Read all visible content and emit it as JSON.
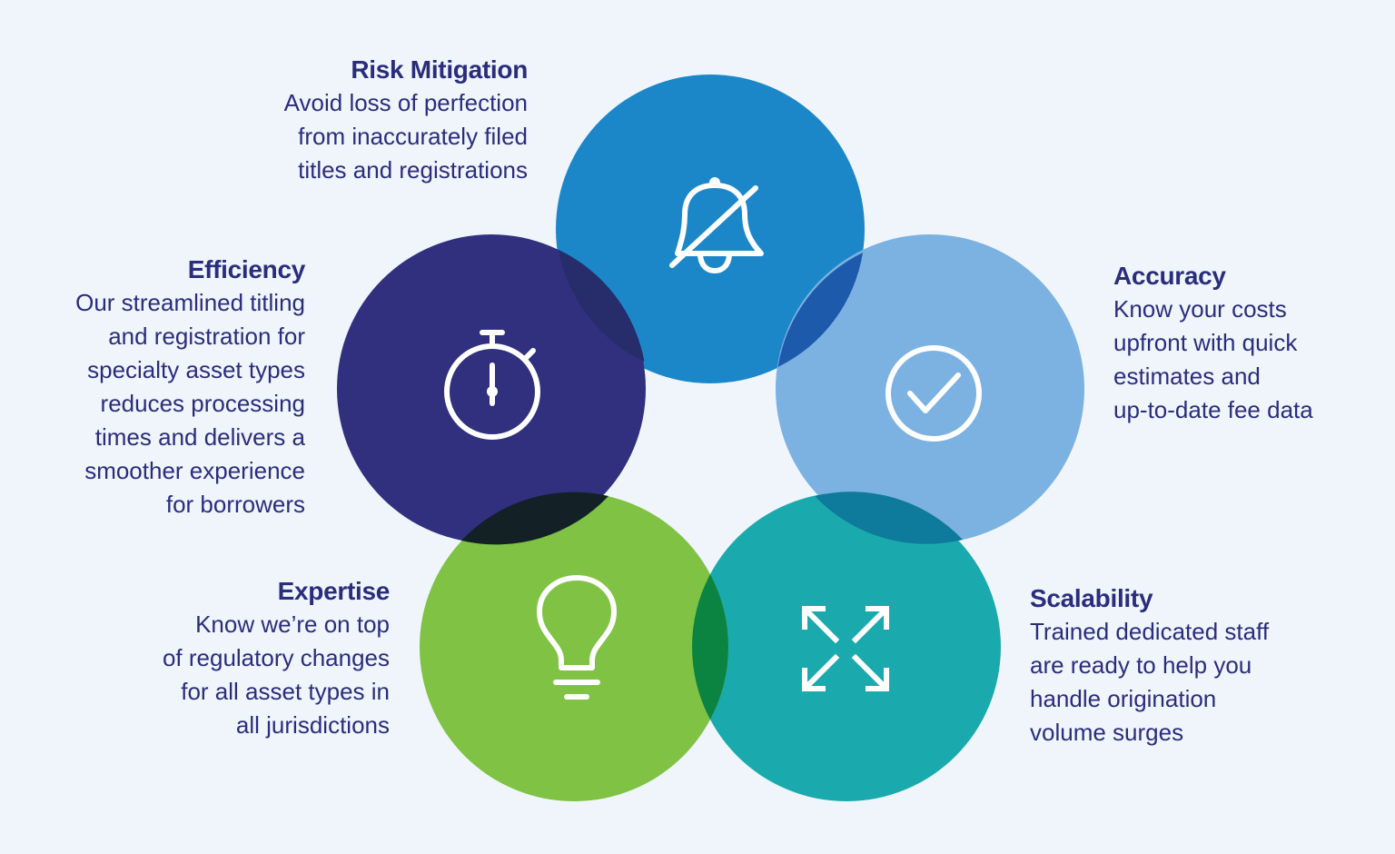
{
  "colors": {
    "background": "#eff5fb",
    "text": "#2a2d7c",
    "risk": "#1b87c9",
    "efficiency": "#30307e",
    "accuracy": "#7cb2e2",
    "expertise": "#7fc244",
    "scalability": "#1aaaae"
  },
  "items": {
    "risk": {
      "title": "Risk Mitigation",
      "lines": [
        "Avoid loss of perfection",
        "from inaccurately filed",
        "titles and registrations"
      ],
      "icon": "bell-off-icon"
    },
    "efficiency": {
      "title": "Efficiency",
      "lines": [
        "Our streamlined titling",
        "and registration for",
        "specialty asset types",
        "reduces processing",
        "times and delivers a",
        "smoother experience",
        "for borrowers"
      ],
      "icon": "stopwatch-icon"
    },
    "accuracy": {
      "title": "Accuracy",
      "lines": [
        "Know your costs",
        "upfront with quick",
        "estimates and",
        "up-to-date fee data"
      ],
      "icon": "check-circle-icon"
    },
    "expertise": {
      "title": "Expertise",
      "lines": [
        "Know we’re on top",
        "of regulatory changes",
        "for all asset types in",
        "all jurisdictions"
      ],
      "icon": "lightbulb-icon"
    },
    "scalability": {
      "title": "Scalability",
      "lines": [
        "Trained dedicated staff",
        "are ready to help you",
        "handle origination",
        "volume surges"
      ],
      "icon": "expand-arrows-icon"
    }
  }
}
